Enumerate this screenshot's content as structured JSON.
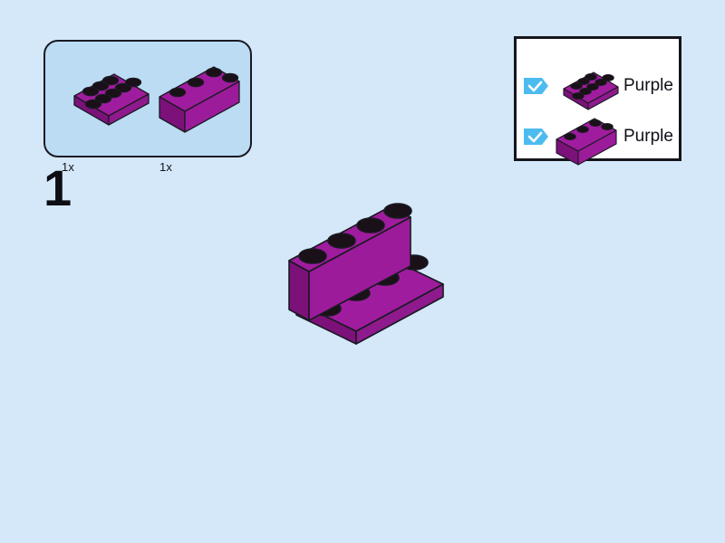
{
  "page": {
    "background_color": "#d4e8fa",
    "type": "lego-building-instruction-step"
  },
  "step": {
    "number": "1",
    "callout": {
      "border_color": "#1a1a22",
      "fill_color": "#bcdcf4",
      "parts": [
        {
          "id": "plate-2x4",
          "name": "Plate 2x4",
          "quantity_label": "1x",
          "color_name": "Purple",
          "color_hex": "#a01c9e",
          "studs": 8,
          "rows": 2,
          "cols": 4
        },
        {
          "id": "brick-1x4",
          "name": "Brick 1x4",
          "quantity_label": "1x",
          "color_name": "Purple",
          "color_hex": "#a01c9e",
          "studs": 4,
          "rows": 1,
          "cols": 4
        }
      ]
    }
  },
  "parts_inventory": {
    "border_color": "#15151c",
    "fill_color": "#ffffff",
    "checkbox_color": "#4cbcf0",
    "check_mark_color": "#ffffff",
    "items": [
      {
        "id": "plate-2x4",
        "label": "Purple",
        "checked": true,
        "checkbox_icon": "check-tag-icon",
        "shape": "plate-2x4"
      },
      {
        "id": "brick-1x4",
        "label": "Purple",
        "checked": true,
        "checkbox_icon": "check-tag-icon",
        "shape": "brick-1x4"
      }
    ]
  },
  "assembly": {
    "description": "Brick 1x4 placed on top rear of Plate 2x4",
    "components": [
      {
        "id": "plate-2x4",
        "color_name": "Purple",
        "color_hex": "#a01c9e"
      },
      {
        "id": "brick-1x4",
        "color_name": "Purple",
        "color_hex": "#a01c9e"
      }
    ]
  },
  "palette": {
    "purple_top": "#a01c9e",
    "purple_front": "#9c1b9a",
    "purple_side": "#7c1179",
    "stud_top": "#1a1018",
    "outline": "#1a1a22",
    "background": "#d4e8fa",
    "callout_fill": "#bcdcf4",
    "checkbox_blue": "#4cbcf0"
  }
}
